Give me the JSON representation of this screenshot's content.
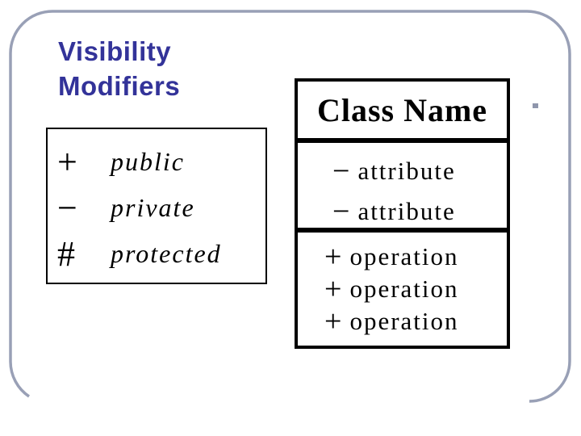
{
  "slide": {
    "title": {
      "line1": "Visibility",
      "line2": "Modifiers",
      "color": "#333399"
    },
    "frame_color": "#99a0b6",
    "background_color": "#ffffff",
    "bullet_color": "#8f96ac"
  },
  "legend": {
    "rows": [
      {
        "symbol": "+",
        "meaning": "public"
      },
      {
        "symbol": "−",
        "meaning": "private"
      },
      {
        "symbol": "#",
        "meaning": "protected"
      }
    ]
  },
  "uml_class": {
    "name": "Class Name",
    "attributes": [
      {
        "prefix": "−",
        "label": "attribute"
      },
      {
        "prefix": "−",
        "label": "attribute"
      }
    ],
    "operations": [
      {
        "prefix": "+",
        "label": "operation"
      },
      {
        "prefix": "+",
        "label": "operation"
      },
      {
        "prefix": "+",
        "label": "operation"
      }
    ]
  }
}
